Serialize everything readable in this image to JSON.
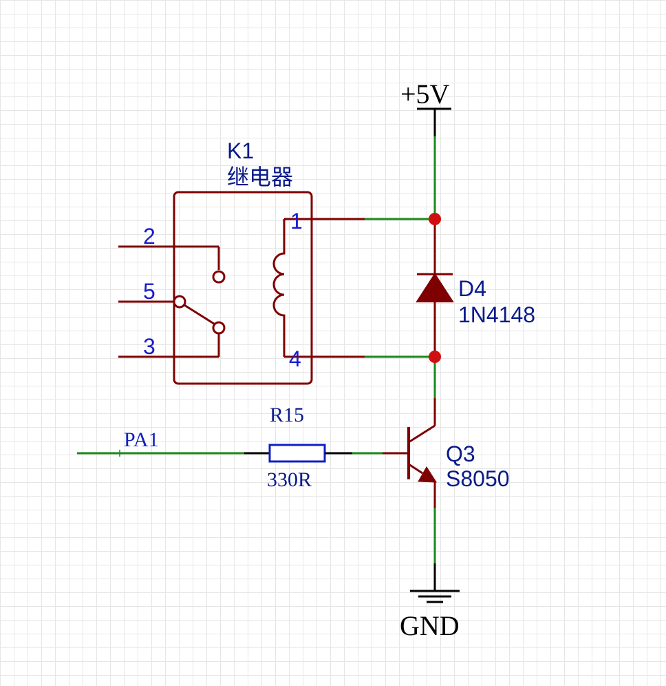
{
  "power": {
    "label": "+5V"
  },
  "ground": {
    "label": "GND"
  },
  "relay": {
    "designator": "K1",
    "name": "继电器",
    "pins": {
      "p1": "1",
      "p2": "2",
      "p3": "3",
      "p4": "4",
      "p5": "5"
    }
  },
  "diode": {
    "designator": "D4",
    "part": "1N4148"
  },
  "resistor": {
    "designator": "R15",
    "value": "330R"
  },
  "transistor": {
    "designator": "Q3",
    "part": "S8050"
  },
  "net": {
    "input_label": "PA1"
  },
  "colors": {
    "wire": "#1a8a1a",
    "component": "#7f0000",
    "text_blue": "#0a1a8a",
    "pin_text": "#1a1acc",
    "junction": "#d01010",
    "resistor": "#1020c0"
  }
}
